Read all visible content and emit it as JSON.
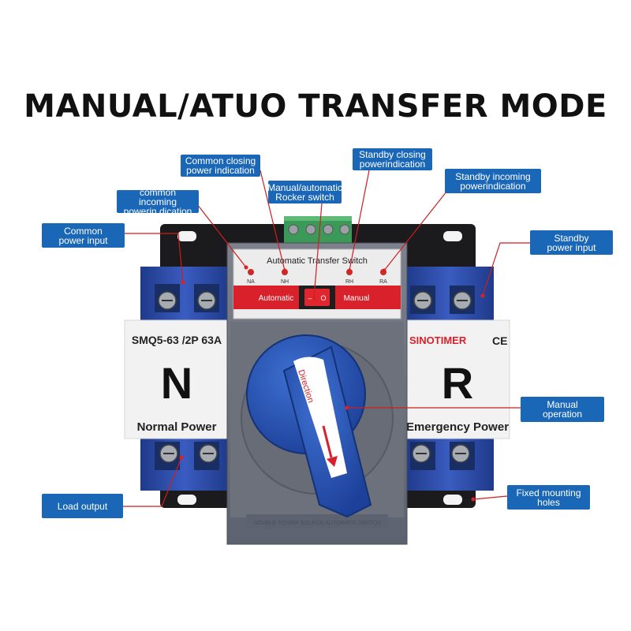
{
  "title": "MANUAL/ATUO TRANSFER MODE",
  "labels": {
    "common_closing": [
      "Common closing",
      "power indication"
    ],
    "common_incoming": [
      "common incoming",
      "powerin dication"
    ],
    "common_power_input": [
      "Common",
      "power input"
    ],
    "rocker_switch": [
      "Manual/automatic",
      "Rocker switch"
    ],
    "standby_closing": [
      "Standby closing",
      "powerindication"
    ],
    "standby_incoming": [
      "Standby incoming",
      "powerindication"
    ],
    "standby_power_input": [
      "Standby",
      "power input"
    ],
    "manual_operation": [
      "Manual",
      "operation"
    ],
    "fixed_mounting": [
      "Fixed mounting",
      "holes"
    ],
    "load_output": [
      "Load output"
    ]
  },
  "device": {
    "panel_title": "Automatic  Transfer  Switch",
    "led_na": "NA",
    "led_nh": "NH",
    "led_rh": "RH",
    "led_ra": "RA",
    "automatic": "Automatic",
    "manual": "Manual",
    "rocker_off": "—",
    "rocker_on": "O",
    "model": "SMQ5-63 /2P 63A",
    "brand": "SINOTIMER",
    "ce_mark": "CE",
    "n_letter": "N",
    "r_letter": "R",
    "normal_power": "Normal Power",
    "emergency_power": "Emergency Power",
    "handle_text": "Direction",
    "bottom_embossed": "DOUBLE POWER SOURCE AUTOMATIC SWITCH"
  },
  "colors": {
    "callout_blue": "#1a67b8",
    "red_panel": "#d9212c",
    "handle_blue": "#2454b2",
    "housing_gray": "#6f7480",
    "terminal_blue": "#2d4aa0",
    "led_red": "#c92a2a"
  }
}
